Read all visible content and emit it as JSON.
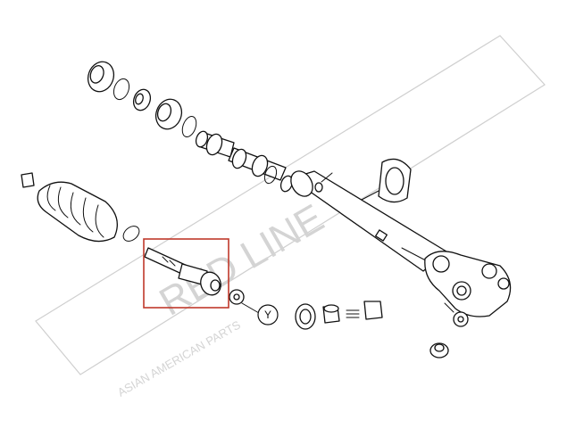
{
  "diagram": {
    "callout_label": "Y",
    "highlight_color": "#c0392b",
    "line_color": "#111111"
  },
  "watermark": {
    "brand_text": "RED LINE",
    "tagline": "ASIAN AMERICAN PARTS"
  }
}
